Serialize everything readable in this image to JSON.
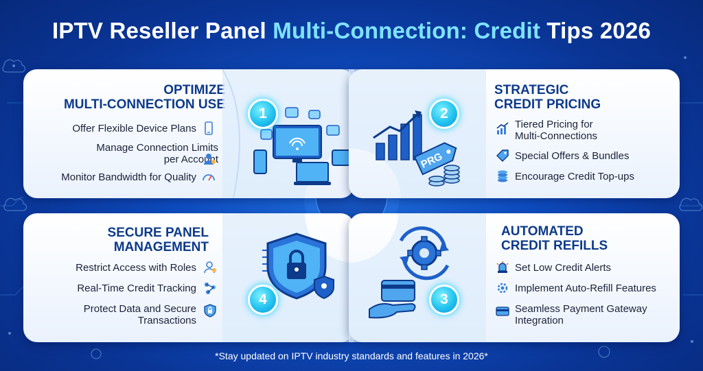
{
  "title": {
    "part1": "IPTV Reseller Panel",
    "part2": "Multi-Connection:",
    "part3": "Credit",
    "part4": "Tips 2026"
  },
  "colors": {
    "accent": "#7ee3ff",
    "heading": "#0d3a8a",
    "badge": "#22c3ef"
  },
  "quadrants": {
    "top_left": {
      "number": "1",
      "heading_line1": "OPTIMIZE",
      "heading_line2": "MULTI-CONNECTION USE",
      "items": [
        {
          "line1": "Offer Flexible Device Plans",
          "line2": "",
          "icon": "smartphone-icon"
        },
        {
          "line1": "Manage Connection Limits",
          "line2": "per Account",
          "icon": "user-settings-icon"
        },
        {
          "line1": "Monitor Bandwidth for Quality",
          "line2": "",
          "icon": "speedometer-icon"
        }
      ]
    },
    "top_right": {
      "number": "2",
      "heading_line1": "STRATEGIC",
      "heading_line2": "CREDIT PRICING",
      "tag_text": "PRG",
      "items": [
        {
          "line1": "Tiered Pricing for",
          "line2": "Multi-Connections",
          "icon": "trend-chart-icon"
        },
        {
          "line1": "Special Offers & Bundles",
          "line2": "",
          "icon": "price-tag-icon"
        },
        {
          "line1": "Encourage Credit Top-ups",
          "line2": "",
          "icon": "coin-stack-icon"
        }
      ]
    },
    "bottom_left": {
      "number": "4",
      "heading_line1": "SECURE PANEL",
      "heading_line2": "MANAGEMENT",
      "items": [
        {
          "line1": "Restrict Access with Roles",
          "line2": "",
          "icon": "user-roles-icon"
        },
        {
          "line1": "Real-Time Credit Tracking",
          "line2": "",
          "icon": "tracking-icon"
        },
        {
          "line1": "Protect Data and Secure",
          "line2": "Transactions",
          "icon": "lock-shield-icon"
        }
      ]
    },
    "bottom_right": {
      "number": "3",
      "heading_line1": "AUTOMATED",
      "heading_line2": "CREDIT REFILLS",
      "items": [
        {
          "line1": "Set Low Credit Alerts",
          "line2": "",
          "icon": "alarm-icon"
        },
        {
          "line1": "Implement Auto-Refill Features",
          "line2": "",
          "icon": "gear-refresh-icon"
        },
        {
          "line1": "Seamless Payment Gateway",
          "line2": "Integration",
          "icon": "payment-card-icon"
        }
      ]
    }
  },
  "footer": "*Stay updated on IPTV industry standards and features in 2026*"
}
